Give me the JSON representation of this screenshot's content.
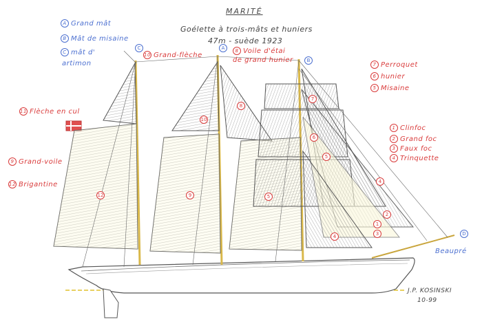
{
  "title": "MARITÉ",
  "subtitle_line1": "Goélette à trois-mâts et huniers",
  "subtitle_line2": "47m - suède 1923",
  "signature_name": "J.P. KOSINSKI",
  "signature_date": "10-99",
  "colors": {
    "red": "#d93a3a",
    "blue": "#4b6fd0",
    "mast": "#d9b84a",
    "sail_fill": "#fbf8dc",
    "line": "#555555"
  },
  "masts_legend": [
    {
      "mark": "A",
      "label": "Grand mât"
    },
    {
      "mark": "B",
      "label": "Mât de misaine"
    },
    {
      "mark": "C",
      "label": "mât d'",
      "label2": "artimon"
    }
  ],
  "mast_marks": {
    "c": "C",
    "a": "A",
    "b": "B",
    "d": "D"
  },
  "sails_right": [
    {
      "mark": "7",
      "label": "Perroquet"
    },
    {
      "mark": "6",
      "label": "hunier"
    },
    {
      "mark": "5",
      "label": "Misaine"
    }
  ],
  "jibs": [
    {
      "mark": "1",
      "label": "Clinfoc"
    },
    {
      "mark": "2",
      "label": "Grand foc"
    },
    {
      "mark": "3",
      "label": "Faux foc"
    },
    {
      "mark": "4",
      "label": "Trinquette"
    }
  ],
  "sails_left": [
    {
      "mark": "11",
      "label": "Flèche en cul"
    },
    {
      "mark": "9",
      "label": "Grand-voile"
    },
    {
      "mark": "12",
      "label": "Brigantine"
    }
  ],
  "grand_fleche": {
    "mark": "10",
    "label": "Grand-flèche"
  },
  "voile_etai": {
    "mark": "8",
    "label1": "Voile d'étai",
    "label2": "de grand hunier"
  },
  "beaupre": "Beaupré",
  "sail_numbers": [
    "12",
    "10",
    "9",
    "5",
    "8",
    "6",
    "7",
    "5",
    "4",
    "4",
    "2",
    "1",
    "3"
  ]
}
